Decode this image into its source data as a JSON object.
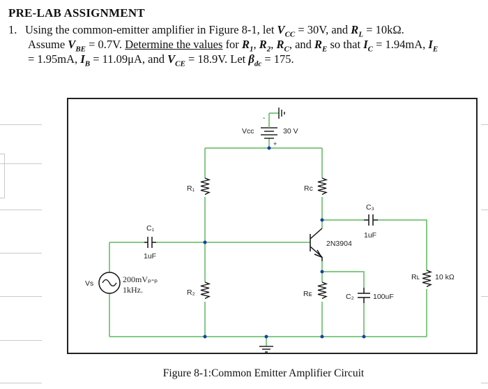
{
  "heading": "PRE-LAB ASSIGNMENT",
  "problem": {
    "number": "1.",
    "line1_a": "Using the common-emitter amplifier in Figure 8-1, let ",
    "vcc_sym": "V",
    "vcc_sub": "CC",
    "line1_b": " = 30V, and ",
    "rl_sym": "R",
    "rl_sub": "L",
    "line1_c": " = 10kΩ.",
    "line2_a": "Assume ",
    "vbe_sym": "V",
    "vbe_sub": "BE",
    "line2_b": " = 0.7V. ",
    "line2_ul": "Determine the values",
    "line2_c": " for ",
    "r1_sym": "R",
    "r1_sub": "1",
    "line2_d": ", ",
    "r2_sym": "R",
    "r2_sub": "2",
    "line2_e": ", ",
    "rc_sym": "R",
    "rc_sub": "C",
    "line2_f": ", and ",
    "re_sym": "R",
    "re_sub": "E",
    "line2_g": " so that ",
    "ic_sym": "I",
    "ic_sub": "C",
    "line2_h": " = 1.94mA, ",
    "ie_sym": "I",
    "ie_sub": "E",
    "line3_a": "= 1.95mA, ",
    "ib_sym": "I",
    "ib_sub": "B",
    "line3_b": " = 11.09μA, and ",
    "vce_sym": "V",
    "vce_sub": "CE",
    "line3_c": " = 18.9V.  Let ",
    "beta_sym": "β",
    "beta_sub": "dc",
    "line3_d": " = 175."
  },
  "circuit": {
    "vcc_label": "Vcc",
    "vcc_value": "30 V",
    "plus": "+",
    "r1_label": "R₁",
    "r2_label": "R₂",
    "rc_label": "Rc",
    "re_label": "Rᴇ",
    "c1_label": "C₁",
    "c1_value": "1uF",
    "c2_label": "C₂",
    "c2_value": "100uF",
    "c3_label": "C₃",
    "c3_value": "1uF",
    "transistor": "2N3904",
    "rl_label": "Rʟ",
    "rl_value": "10 kΩ",
    "vs_label": "Vs",
    "vs_amp": "200mVₚ-ₚ",
    "vs_freq": "1kHz.",
    "wire_color": "#5cb85c"
  },
  "caption": "Figure 8-1:Common Emitter Amplifier Circuit"
}
